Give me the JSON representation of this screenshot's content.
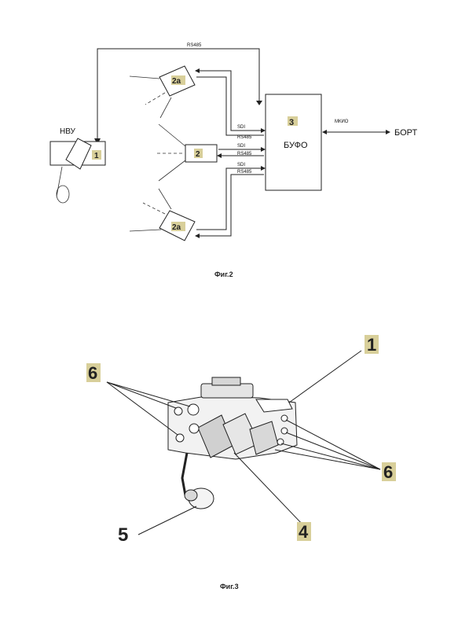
{
  "fig2": {
    "caption": "Фиг.2",
    "nvu_label": "НВУ",
    "unit1_number": "1",
    "camera_top_number": "2а",
    "camera_mid_number": "2",
    "camera_bot_number": "2а",
    "bufo_number": "3",
    "bufo_label": "БУФО",
    "bus_top_label": "RS485",
    "sdi_label_1": "SDI",
    "rs485_label_1": "RS485",
    "sdi_label_2": "SDI",
    "rs485_label_2": "RS485",
    "sdi_label_3": "SDI",
    "rs485_label_3": "RS485",
    "mkio_label": "МКИО",
    "bort_label": "БОРТ"
  },
  "fig3": {
    "caption": "Фиг.3",
    "label_1": "1",
    "label_4": "4",
    "label_5": "5",
    "label_6_left": "6",
    "label_6_right": "6"
  },
  "colors": {
    "tag_background": "#d8cf9a",
    "line": "#222222"
  }
}
